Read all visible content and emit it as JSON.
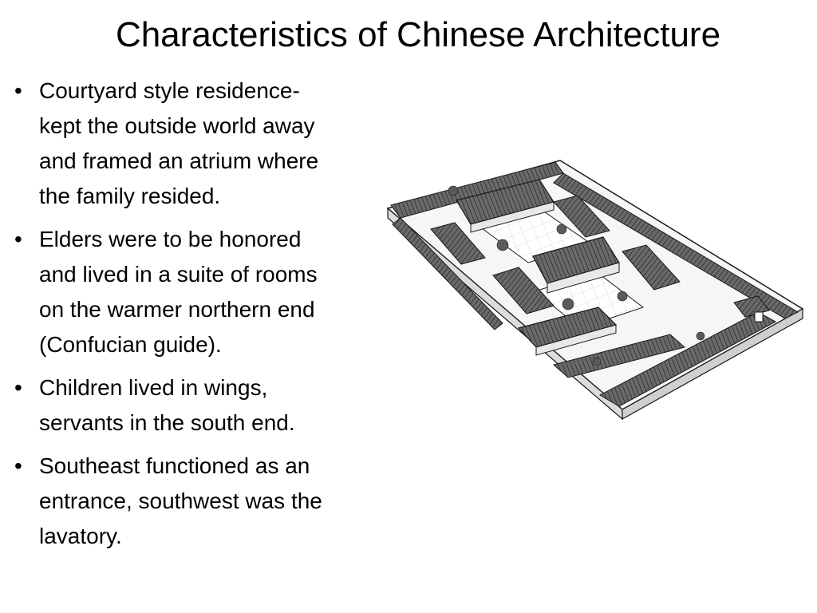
{
  "slide": {
    "title": "Characteristics of Chinese Architecture",
    "bullet_glyph": "•",
    "bullets": [
      {
        "lines": [
          "Courtyard style residence-",
          "kept the outside world away",
          "and framed an atrium where",
          "the family resided."
        ]
      },
      {
        "lines": [
          "Elders were to be honored",
          "and lived in a suite of rooms",
          "on the warmer northern end",
          "(Confucian guide)."
        ]
      },
      {
        "lines": [
          "Children lived in wings,",
          "servants in the south end."
        ]
      },
      {
        "lines": [
          "Southeast functioned as an",
          "entrance, southwest was the",
          "lavatory."
        ]
      }
    ]
  },
  "illustration": {
    "subject": "courtyard-house-drawing",
    "colors": {
      "roof": "#4a4a4a",
      "roof_dark": "#2b2b2b",
      "wall": "#f4f4f4",
      "outline": "#1a1a1a",
      "yard": "#ffffff",
      "tree": "#5a5a5a"
    }
  }
}
